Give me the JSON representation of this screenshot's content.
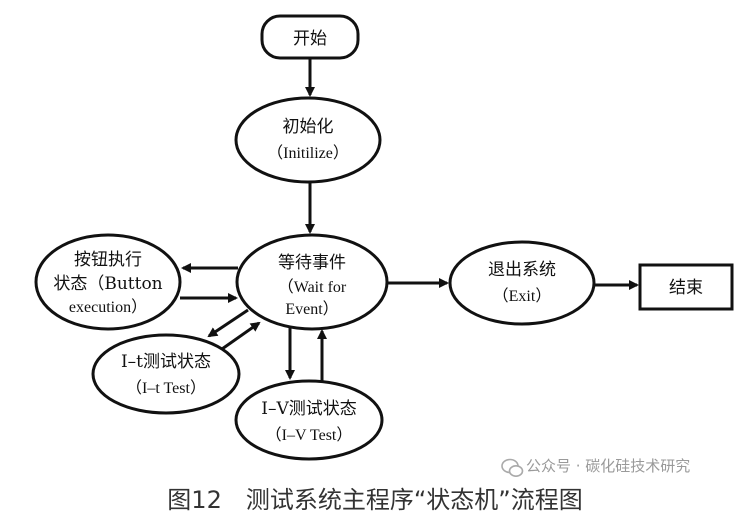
{
  "nodes": {
    "start": {
      "label": "开始"
    },
    "init": {
      "line1": "初始化",
      "line2": "（Initilize）"
    },
    "wait": {
      "line1": "等待事件",
      "line2": "（Wait for",
      "line3": "Event）"
    },
    "button": {
      "line1": "按钮执行",
      "line2": "状态（Button",
      "line3": "execution）"
    },
    "it_test": {
      "line1": "I–t测试状态",
      "line2": "（I–t Test）"
    },
    "iv_test": {
      "line1": "I–V测试状态",
      "line2": "（I–V Test）"
    },
    "exit": {
      "line1": "退出系统",
      "line2": "（Exit）"
    },
    "end": {
      "label": "结束"
    }
  },
  "caption": "图12　测试系统主程序“状态机”流程图",
  "watermark": "公众号 · 碳化硅技术研究"
}
